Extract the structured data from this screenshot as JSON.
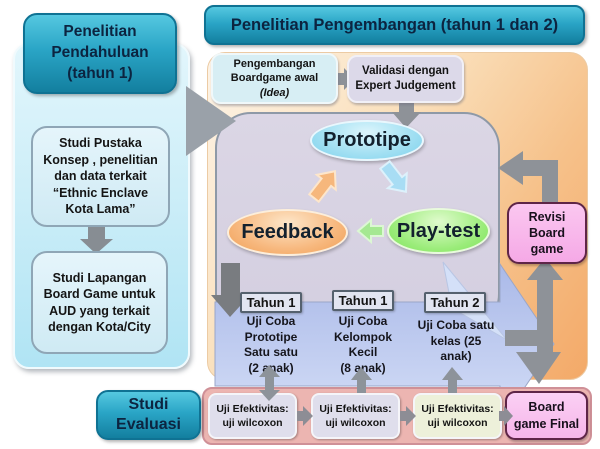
{
  "left_panel": {
    "title": "Penelitian\nPendahuluan\n(tahun 1)",
    "study_box_1": "Studi Pustaka\nKonsep , penelitian\ndan data terkait\n“Ethnic Enclave\nKota Lama”",
    "study_box_2": "Studi Lapangan\nBoard Game untuk\nAUD yang terkait\ndengan Kota/City"
  },
  "header": {
    "title": "Penelitian Pengembangan (tahun 1 dan 2)"
  },
  "development": {
    "idea_box": "Pengembangan\nBoardgame awal",
    "idea_box_italic": "(Idea)",
    "validation_box": "Validasi dengan\nExpert Judgement",
    "cycle": {
      "prototipe": "Prototipe",
      "feedback": "Feedback",
      "playtest": "Play-test"
    },
    "revisi_box": "Revisi\nBoard\ngame"
  },
  "testing": {
    "phases": [
      {
        "year": "Tahun 1",
        "label": "Uji Coba\nPrototipe\nSatu satu\n(2 anak)"
      },
      {
        "year": "Tahun 1",
        "label": "Uji Coba\nKelompok\nKecil\n(8 anak)"
      },
      {
        "year": "Tahun 2",
        "label": "Uji Coba satu\nkelas (25\nanak)"
      }
    ]
  },
  "evaluation": {
    "title": "Studi\nEvaluasi",
    "tests": [
      "Uji Efektivitas:\nuji wilcoxon",
      "Uji Efektivitas:\nuji wilcoxon",
      "Uji Efektivitas:\nuji wilcoxon"
    ],
    "final_box": "Board\ngame Final"
  },
  "colors": {
    "teal": "#2aa5c6",
    "peach": "#f3a968",
    "lavender": "#d8d3e2",
    "band_blue": "#aebce8",
    "pink_box": "#f5a9e6",
    "salmon_bar": "#ecb5b1",
    "arrow_grey": "#8e9298"
  }
}
